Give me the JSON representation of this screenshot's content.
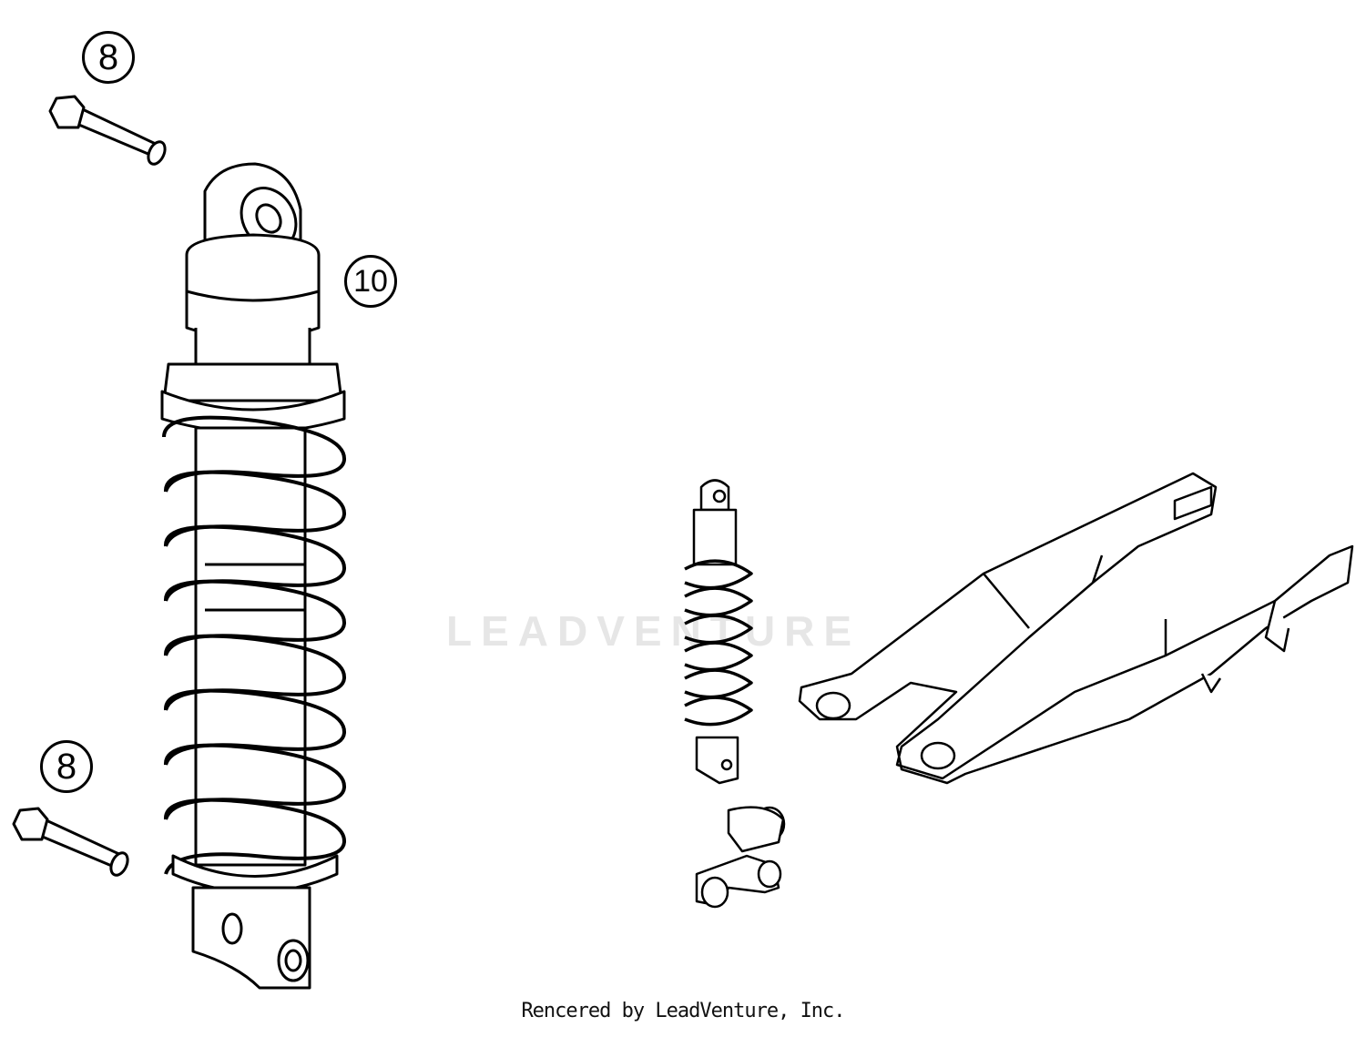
{
  "callouts": [
    {
      "label": "8",
      "part": "upper-bolt"
    },
    {
      "label": "10",
      "part": "shock-absorber"
    },
    {
      "label": "8",
      "part": "lower-bolt"
    }
  ],
  "watermark": "LEADVENTURE",
  "footer": "Rencered by LeadVenture, Inc."
}
